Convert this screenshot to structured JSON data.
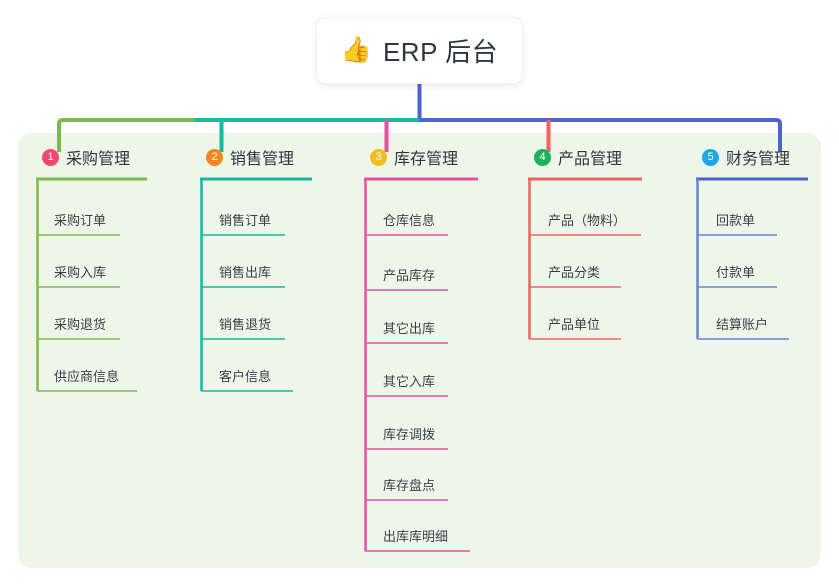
{
  "diagram": {
    "type": "mindmap",
    "root": {
      "icon": "thumbs-up-icon",
      "icon_glyph": "👍",
      "label": "ERP 后台"
    },
    "panel_color": "#edf7e9",
    "branches": [
      {
        "index": "1",
        "label": "采购管理",
        "badge_color": "#f2496b",
        "line_color": "#7dba4a",
        "items": [
          "采购订单",
          "采购入库",
          "采购退货",
          "供应商信息"
        ]
      },
      {
        "index": "2",
        "label": "销售管理",
        "badge_color": "#f5861f",
        "line_color": "#17baa0",
        "items": [
          "销售订单",
          "销售出库",
          "销售退货",
          "客户信息"
        ]
      },
      {
        "index": "3",
        "label": "库存管理",
        "badge_color": "#f5bc1f",
        "line_color": "#ef4e9b",
        "items": [
          "仓库信息",
          "产品库存",
          "其它出库",
          "其它入库",
          "库存调拨",
          "库存盘点",
          "出库库明细"
        ]
      },
      {
        "index": "4",
        "label": "产品管理",
        "badge_color": "#1cb25b",
        "line_color": "#f4625f",
        "items": [
          "产品（物料）",
          "产品分类",
          "产品单位"
        ]
      },
      {
        "index": "5",
        "label": "财务管理",
        "badge_color": "#1aa8e8",
        "line_color": "#4a63cf",
        "items": [
          "回款单",
          "付款单",
          "结算账户"
        ]
      }
    ],
    "trunk": {
      "stem_color": "#4a63cf",
      "segments": [
        {
          "color": "#7dba4a"
        },
        {
          "color": "#17baa0"
        },
        {
          "color": "#4a63cf"
        }
      ]
    }
  }
}
